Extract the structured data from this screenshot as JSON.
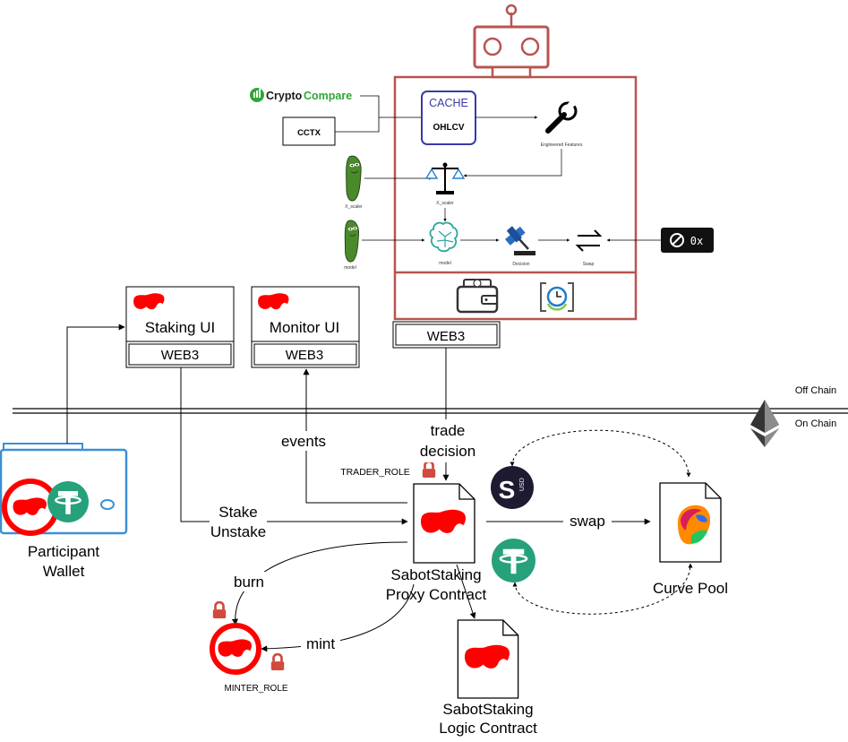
{
  "colors": {
    "frame_red": "#b85450",
    "sabot_red": "#ff0000",
    "tether_green": "#26a17b",
    "wallet_blue": "#3c8fd6",
    "cache_blue": "#3a3aa8",
    "eth_gray": "#3c3c3b",
    "lock_red": "#d04a3e",
    "susd_navy": "#1e1a31"
  },
  "offchain": {
    "cryptocompare": {
      "text_a": "Crypto",
      "text_b": "Compare"
    },
    "cctx_label": "CCTX",
    "cache": {
      "title": "CACHE",
      "subtitle": "OHLCV"
    },
    "engineered_features_label": "Engineered Features",
    "x_scaler_label": "X_scaler",
    "model_label": "model",
    "decision_label": "Decision",
    "swap_label": "Swap",
    "zerox_label": "0x",
    "pickle_scaler_label": "X_scaler",
    "pickle_model_label": "model",
    "bot_web3_label": "WEB3"
  },
  "uis": {
    "staking": {
      "title": "Staking UI",
      "web3": "WEB3"
    },
    "monitor": {
      "title": "Monitor UI",
      "web3": "WEB3"
    }
  },
  "divider": {
    "off_chain": "Off Chain",
    "on_chain": "On Chain"
  },
  "onchain": {
    "wallet_label_1": "Participant",
    "wallet_label_2": "Wallet",
    "trade_decision_1": "trade",
    "trade_decision_2": "decision",
    "events_label": "events",
    "trader_role": "TRADER_ROLE",
    "stake_label": "Stake",
    "unstake_label": "Unstake",
    "swap_label": "swap",
    "proxy_label_1": "SabotStaking",
    "proxy_label_2": "Proxy Contract",
    "logic_label_1": "SabotStaking",
    "logic_label_2": "Logic Contract",
    "curve_label": "Curve Pool",
    "burn_label": "burn",
    "mint_label": "mint",
    "minter_role": "MINTER_ROLE",
    "susd_text": "S",
    "susd_small": "USD"
  }
}
